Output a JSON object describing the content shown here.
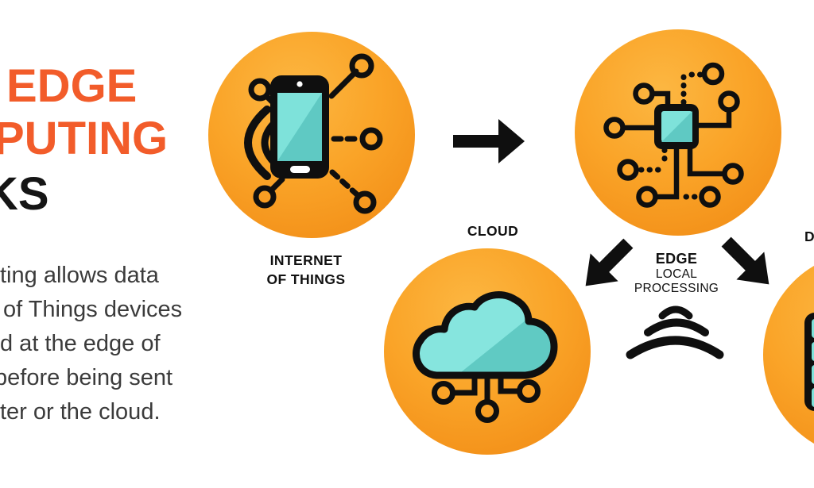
{
  "title": {
    "lines": [
      {
        "text": "EDGE",
        "color": "#F25C2A"
      },
      {
        "text": "PUTING",
        "color": "#F25C2A"
      },
      {
        "text": "KS",
        "color": "#151515"
      }
    ]
  },
  "intro": {
    "lines": [
      "ting allows data",
      "of Things devices",
      "d at the edge of",
      "before being sent",
      "ter or the cloud."
    ]
  },
  "nodes": {
    "iot": {
      "label_line1": "INTERNET",
      "label_line2": "OF THINGS"
    },
    "edge": {
      "label": "EDGE",
      "sublabel_line1": "LOCAL",
      "sublabel_line2": "PROCESSING"
    },
    "cloud": {
      "label": "CLOUD"
    },
    "datacenter": {
      "label": "D"
    }
  },
  "icons": [
    "smartphone-iot-icon",
    "chip-icon",
    "cloud-icon",
    "server-icon",
    "signal-waves-icon",
    "arrow-right-icon",
    "arrow-down-left-icon",
    "arrow-down-right-icon"
  ],
  "colors": {
    "title_orange": "#F25C2A",
    "circle_orange_light": "#FCB742",
    "circle_orange_dark": "#F08D14",
    "teal_light": "#7EE2DA",
    "teal_dark": "#5FC9C3",
    "icon_black": "#0F0F0F",
    "body_text": "#3B3B3B"
  }
}
